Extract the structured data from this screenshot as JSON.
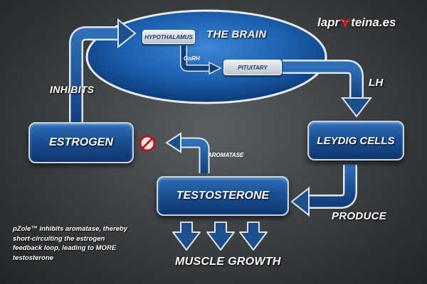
{
  "brain": {
    "title": "THE BRAIN",
    "hypothalamus": "HYPOTHALAMUS",
    "gnrh": "GnRH",
    "pituitary": "PITUITARY"
  },
  "labels": {
    "inhibits": "INHIBITS",
    "lh": "LH",
    "produce": "PRODUCE",
    "aromatase": "AROMATASE",
    "muscle_growth": "MUSCLE GROWTH"
  },
  "boxes": {
    "estrogen": "ESTROGEN",
    "leydig": "LEYDIG CELLS",
    "testosterone": "TESTOSTERONE"
  },
  "note": "pZole™ inhibits aromatase, thereby short-circuiting the estrogen feedback loop, leading to MORE testosterone",
  "logo": {
    "prefix": "lapr",
    "suffix": "teina.es"
  },
  "colors": {
    "box_blue": "#1a4f94",
    "arrow_blue": "#1d4f8f",
    "ellipse_blue": "#1b5fae",
    "block_red": "#c0141b",
    "background": "#3a3d40"
  },
  "icons": {
    "block": "prohibition-icon",
    "logo_o": "molecule-icon"
  }
}
